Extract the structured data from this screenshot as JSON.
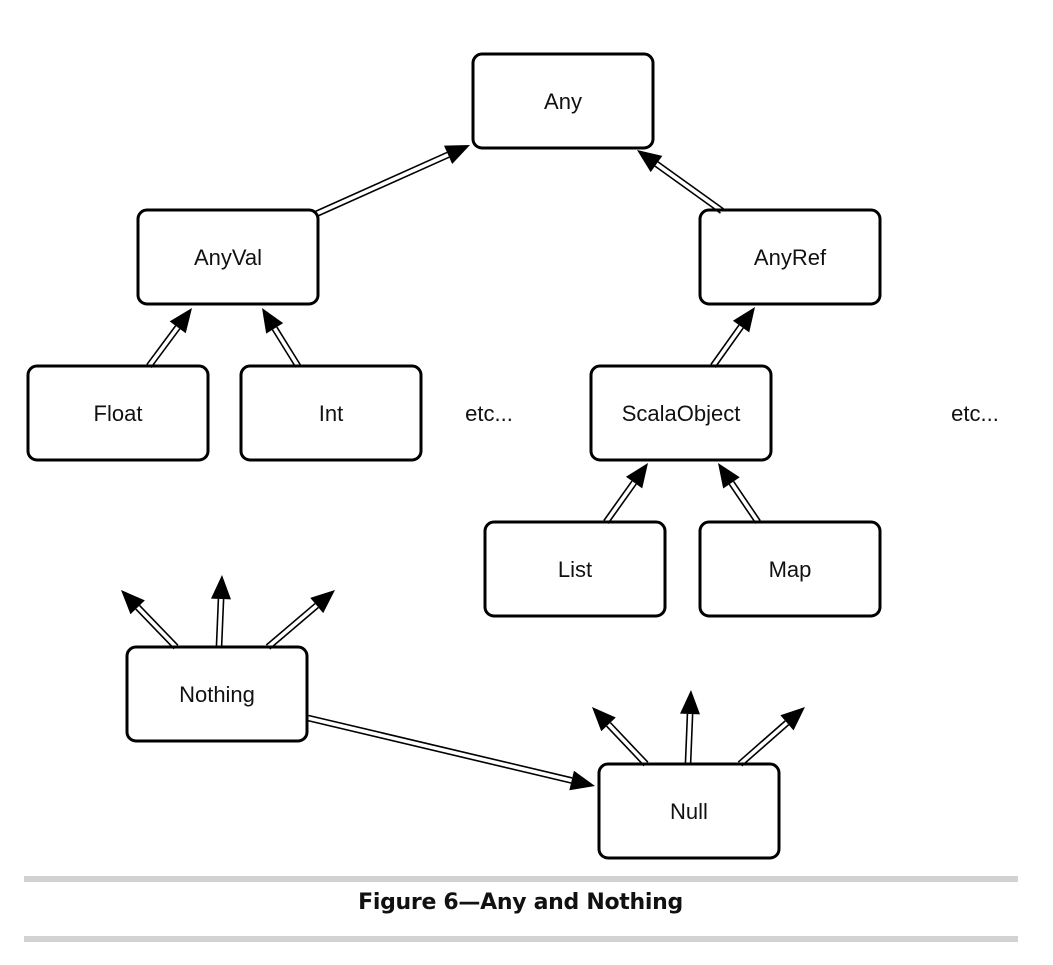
{
  "nodes": {
    "any": "Any",
    "anyval": "AnyVal",
    "anyref": "AnyRef",
    "float": "Float",
    "int": "Int",
    "scalaobject": "ScalaObject",
    "list": "List",
    "map": "Map",
    "nothing": "Nothing",
    "null": "Null"
  },
  "etc_labels": [
    "etc...",
    "etc..."
  ],
  "edges": [
    {
      "from": "anyval",
      "to": "any"
    },
    {
      "from": "anyref",
      "to": "any"
    },
    {
      "from": "float",
      "to": "anyval"
    },
    {
      "from": "int",
      "to": "anyval"
    },
    {
      "from": "scalaobject",
      "to": "anyref"
    },
    {
      "from": "list",
      "to": "scalaobject"
    },
    {
      "from": "map",
      "to": "scalaobject"
    },
    {
      "from": "nothing",
      "to": "null"
    }
  ],
  "caption": "Figure 6—Any and Nothing"
}
